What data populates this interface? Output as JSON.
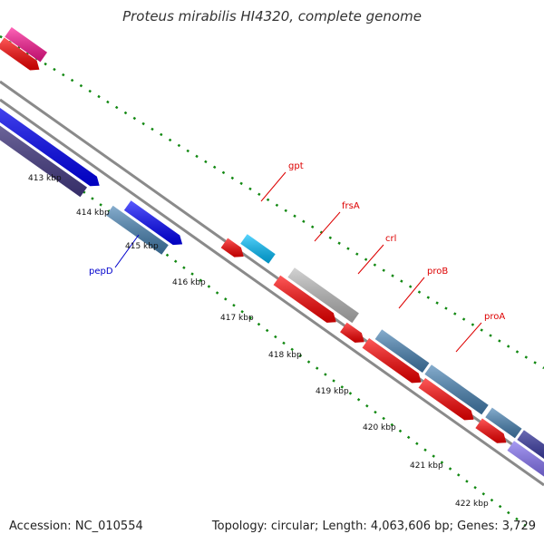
{
  "title": "Proteus mirabilis HI4320, complete genome",
  "footer": {
    "accession": "Accession: NC_010554",
    "summary": "Topology: circular; Length: 4,063,606 bp; Genes: 3,729"
  },
  "colors": {
    "backbone": "#8a8a8a",
    "tick": "#118811",
    "label_forward": "#dd0000",
    "label_reverse": "#0000cc",
    "cds_red": "#ff0000",
    "cds_blue": "#0000ff",
    "cds_steel": "#4682b4",
    "cds_navy": "#483d8b",
    "cds_gray": "#bbbbbb",
    "cds_cyan": "#00bfff",
    "cds_pink": "#ff1493"
  },
  "ticks": [
    {
      "label": "413 kbp"
    },
    {
      "label": "414 kbp"
    },
    {
      "label": "415 kbp"
    },
    {
      "label": "416 kbp"
    },
    {
      "label": "417 kbp"
    },
    {
      "label": "418 kbp"
    },
    {
      "label": "419 kbp"
    },
    {
      "label": "420 kbp"
    },
    {
      "label": "421 kbp"
    },
    {
      "label": "422 kbp"
    }
  ],
  "gene_labels": [
    {
      "name": "gpt",
      "strand": "forward"
    },
    {
      "name": "frsA",
      "strand": "forward"
    },
    {
      "name": "crl",
      "strand": "forward"
    },
    {
      "name": "proB",
      "strand": "forward"
    },
    {
      "name": "proA",
      "strand": "forward"
    },
    {
      "name": "pepD",
      "strand": "reverse"
    }
  ]
}
